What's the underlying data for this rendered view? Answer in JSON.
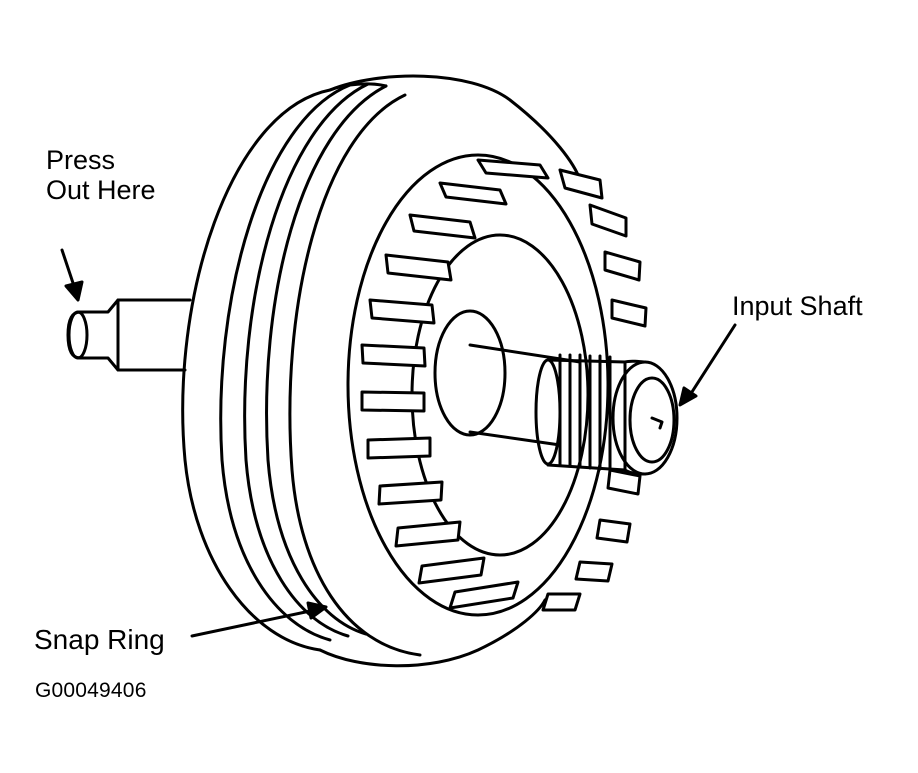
{
  "labels": {
    "press_out_here": "Press Out Here",
    "input_shaft": "Input Shaft",
    "snap_ring": "Snap Ring"
  },
  "figure_code": "G00049406"
}
